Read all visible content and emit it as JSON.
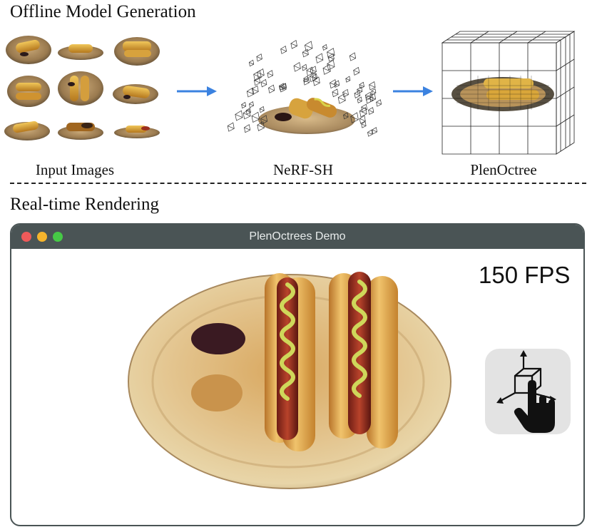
{
  "sections": {
    "offline_title": "Offline Model Generation",
    "realtime_title": "Real-time Rendering"
  },
  "stages": {
    "input_images": "Input Images",
    "nerf_sh": "NeRF-SH",
    "plenoctree": "PlenOctree"
  },
  "demo_window": {
    "title": "PlenOctrees Demo",
    "fps_label": "150 FPS",
    "traffic_light_colors": [
      "#ee5a5a",
      "#f5b42c",
      "#46c946"
    ]
  },
  "icons": {
    "arrow": "arrow-right-icon",
    "interaction": "3d-cube-hand-icon"
  },
  "colors": {
    "arrow": "#3b82e0",
    "titlebar": "#4a5455",
    "interaction_bg": "#e3e3e3"
  }
}
